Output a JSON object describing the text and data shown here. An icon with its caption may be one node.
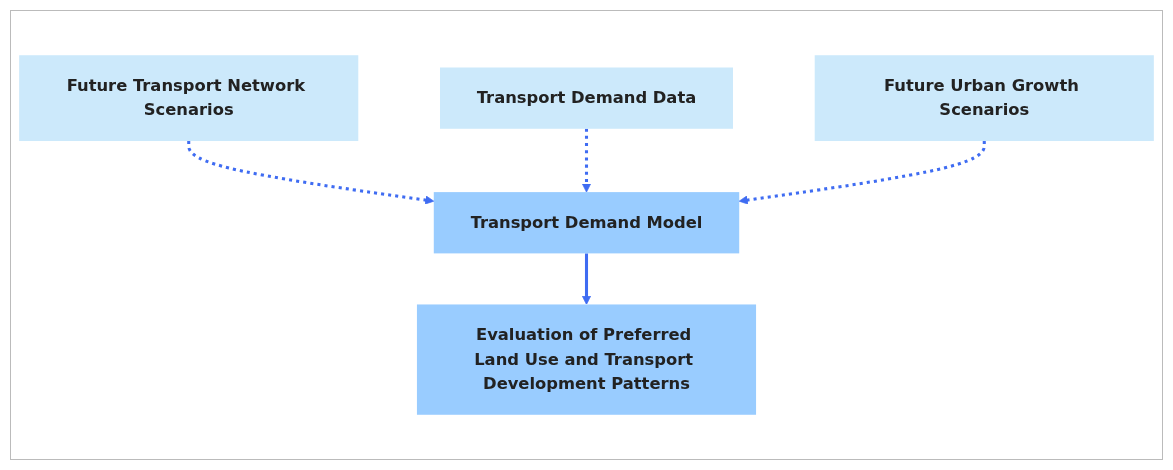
{
  "diagram": {
    "nodes": [
      {
        "text": [
          "Future Transport Network Scenarios"
        ]
      },
      {
        "text": [
          "Transport Demand Data"
        ]
      },
      {
        "text": [
          "Future Urban Growth Scenarios"
        ]
      },
      {
        "text": [
          "Transport Demand Model"
        ]
      },
      {
        "text": [
          "Evaluation of Preferred Land Use and Transport Development Patterns"
        ]
      }
    ],
    "edges": [
      {
        "from": 0,
        "to": 3,
        "arrow": "to",
        "style": "dashed"
      },
      {
        "from": 1,
        "to": 3,
        "arrow": "to",
        "style": "dashed"
      },
      {
        "from": 2,
        "to": 3,
        "arrow": "to",
        "style": "dashed"
      },
      {
        "from": 3,
        "to": 4,
        "arrow": "to"
      }
    ]
  }
}
